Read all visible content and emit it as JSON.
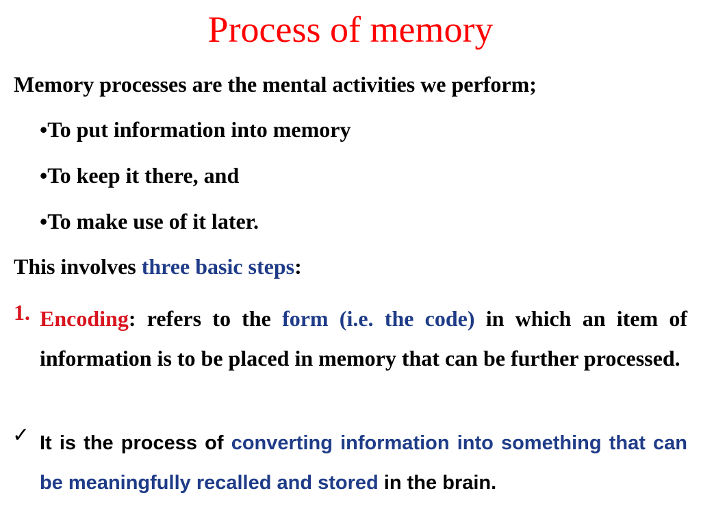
{
  "slide": {
    "title": "Process of memory",
    "intro": "Memory processes are the mental activities we perform;",
    "bullets": [
      "•To put information into memory",
      "•To keep it there, and",
      "•To make use of it later."
    ],
    "involves_prefix": "This involves ",
    "involves_highlight": "three basic steps",
    "involves_suffix": ":",
    "step1": {
      "number": "1.",
      "term": "Encoding",
      "text_a": ": refers to the ",
      "highlight": "form (i.e. the code)",
      "text_b": " in which an item of information is to be placed in memory that can be further processed."
    },
    "check_note": {
      "icon": "checkmark-icon",
      "icon_glyph": "✓",
      "text_a": "It is the process of ",
      "highlight": "converting information into something that can be meaningfully recalled and stored",
      "text_b": " in the brain."
    },
    "colors": {
      "title": "#ff0000",
      "highlight_blue": "#1f3c88",
      "step_red": "#d9141e",
      "text": "#000000"
    }
  }
}
